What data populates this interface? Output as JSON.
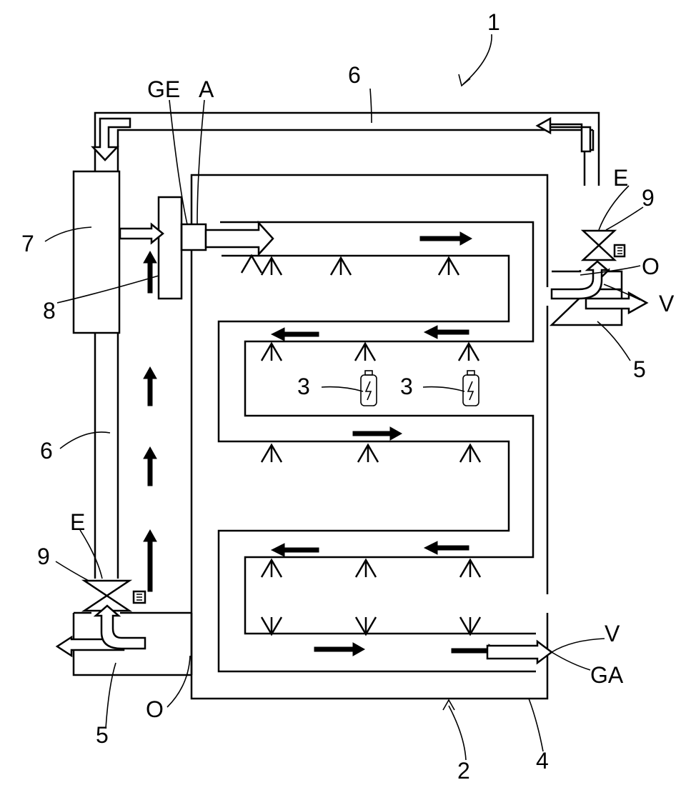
{
  "labels": {
    "system": "1",
    "housing": "2",
    "cell": "3",
    "channel": "4",
    "outlet_unit": "5",
    "return_line": "6",
    "module": "7",
    "blower": "8",
    "valve": "9",
    "gas_inlet": "GE",
    "outlet_a": "A",
    "inlet_e": "E",
    "opening": "O",
    "vent": "V",
    "gas_outlet": "GA",
    "controller_symbol": "E"
  }
}
